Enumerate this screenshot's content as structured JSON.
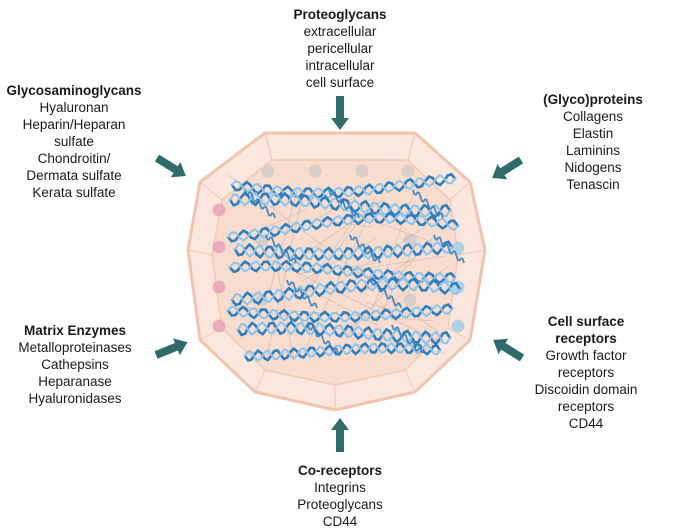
{
  "groups": {
    "proteoglycans": {
      "title": "Proteoglycans",
      "items": [
        "extracellular",
        "pericellular",
        "intracellular",
        "cell surface"
      ]
    },
    "glycosaminoglycans": {
      "title": "Glycosaminoglycans",
      "items": [
        "Hyaluronan",
        "Heparin/Heparan",
        "sulfate",
        "Chondroitin/",
        "Dermata sulfate",
        "Kerata sulfate"
      ]
    },
    "glycoproteins": {
      "title": "(Glyco)proteins",
      "items": [
        "Collagens",
        "Elastin",
        "Laminins",
        "Nidogens",
        "Tenascin"
      ]
    },
    "matrix_enzymes": {
      "title": "Matrix Enzymes",
      "items": [
        "Metalloproteinases",
        "Cathepsins",
        "Heparanase",
        "Hyaluronidases"
      ]
    },
    "cell_surface_receptors": {
      "title_lines": [
        "Cell surface",
        "receptors"
      ],
      "items": [
        "Growth factor",
        "receptors",
        "Discoidin domain",
        "receptors",
        "CD44"
      ]
    },
    "co_receptors": {
      "title": "Co-receptors",
      "items": [
        "Integrins",
        "Proteoglycans",
        "CD44"
      ]
    }
  },
  "colors": {
    "arrow": "#2f6b6b",
    "outer_fill": "#fbe7dd",
    "outer_stroke": "#f2c4ad",
    "inner_fill": "#f8dccd",
    "fiber": "#2c7fc1",
    "fiber_light": "#8cc4ec",
    "node_pink": "#e9a7b8",
    "node_blue": "#a9d2e3",
    "node_grey": "#d6cdc7"
  }
}
